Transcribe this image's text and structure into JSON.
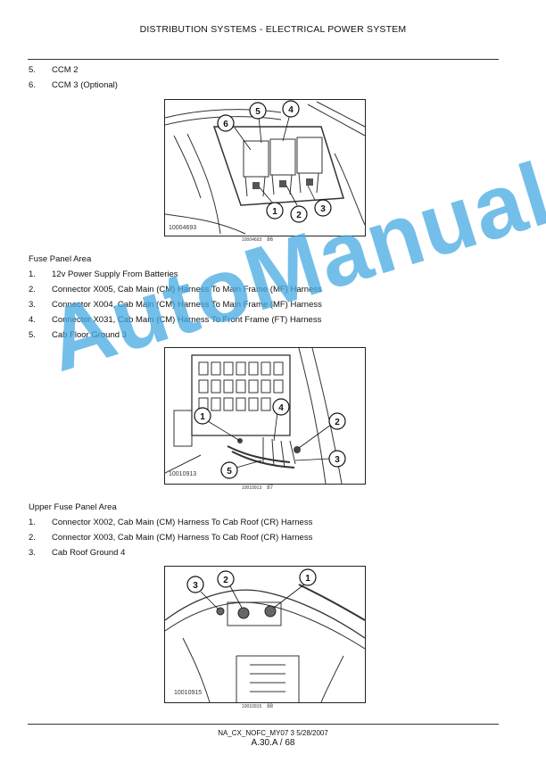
{
  "header": {
    "title": "DISTRIBUTION SYSTEMS - ELECTRICAL POWER SYSTEM"
  },
  "section1": {
    "items": [
      {
        "num": "5.",
        "text": "CCM 2"
      },
      {
        "num": "6.",
        "text": "CCM 3 (Optional)"
      }
    ],
    "figure": {
      "id": "10004693",
      "caption_code": "10004693",
      "caption_num": "86",
      "callouts": [
        "6",
        "5",
        "4",
        "1",
        "2",
        "3"
      ]
    }
  },
  "section2": {
    "title": "Fuse Panel Area",
    "items": [
      {
        "num": "1.",
        "text": "12v Power Supply From Batteries"
      },
      {
        "num": "2.",
        "text": "Connector X005, Cab Main (CM) Harness To Main Frame (MF) Harness"
      },
      {
        "num": "3.",
        "text": "Connector X004, Cab Main (CM) Harness To Main Frame (MF) Harness"
      },
      {
        "num": "4.",
        "text": "Connector X031, Cab Main (CM) Harness To Front Frame (FT) Harness"
      },
      {
        "num": "5.",
        "text": "Cab Floor Ground 3"
      }
    ],
    "figure": {
      "id": "10010913",
      "caption_code": "10010913",
      "caption_num": "87",
      "callouts": [
        "1",
        "4",
        "2",
        "3",
        "5"
      ]
    }
  },
  "section3": {
    "title": "Upper Fuse Panel Area",
    "items": [
      {
        "num": "1.",
        "text": "Connector X002, Cab Main (CM) Harness To Cab Roof (CR) Harness"
      },
      {
        "num": "2.",
        "text": "Connector X003, Cab Main (CM) Harness To Cab Roof (CR) Harness"
      },
      {
        "num": "3.",
        "text": "Cab Roof Ground 4"
      }
    ],
    "figure": {
      "id": "10010915",
      "caption_code": "10010915",
      "caption_num": "88",
      "callouts": [
        "3",
        "2",
        "1"
      ]
    }
  },
  "watermark": {
    "text": "AutoManual",
    "color": "#46aae1"
  },
  "footer": {
    "doc_code": "NA_CX_NOFC_MY07 3 5/28/2007",
    "page": "A.30.A / 68"
  }
}
